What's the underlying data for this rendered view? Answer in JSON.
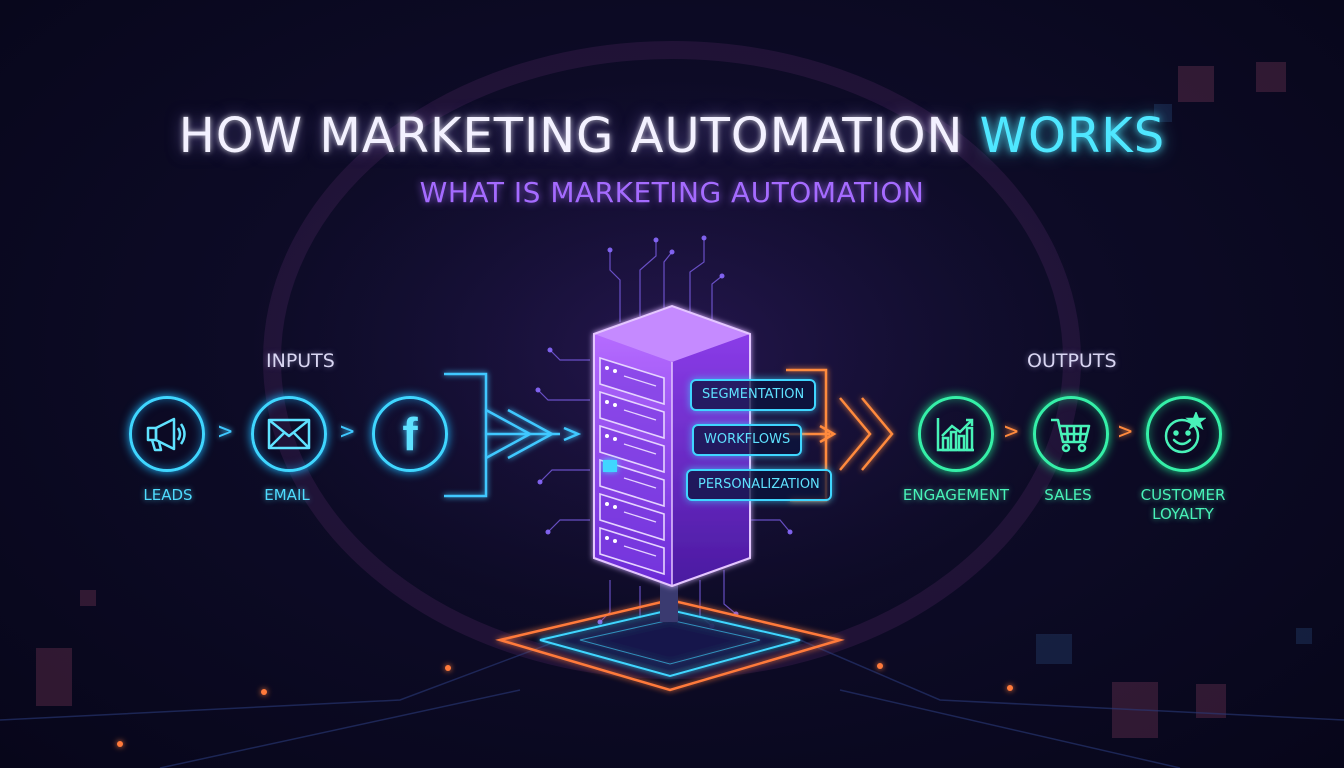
{
  "title": {
    "main": "HOW MARKETING AUTOMATION",
    "accent": "WORKS"
  },
  "subtitle": "WHAT IS MARKETING AUTOMATION",
  "inputs": {
    "label": "INPUTS",
    "items": [
      {
        "label": "LEADS",
        "icon": "megaphone-icon"
      },
      {
        "label": "EMAIL",
        "icon": "envelope-icon"
      },
      {
        "label": "",
        "icon": "facebook-icon",
        "glyph": "f"
      }
    ]
  },
  "engine": {
    "tags": [
      "SEGMENTATION",
      "WORKFLOWS",
      "PERSONALIZATION"
    ]
  },
  "outputs": {
    "label": "OUTPUTS",
    "items": [
      {
        "label": "ENGAGEMENT",
        "icon": "bar-chart-icon"
      },
      {
        "label": "SALES",
        "icon": "shopping-cart-icon"
      },
      {
        "label": "CUSTOMER LOYALTY",
        "icon": "smiley-star-icon"
      }
    ]
  },
  "colors": {
    "input_accent": "#3fd6ff",
    "output_accent": "#35f0a8",
    "engine": "#a24bff",
    "output_arrows": "#ff8a3d",
    "title_accent": "#4fe7ff",
    "subtitle": "#a56bff"
  }
}
